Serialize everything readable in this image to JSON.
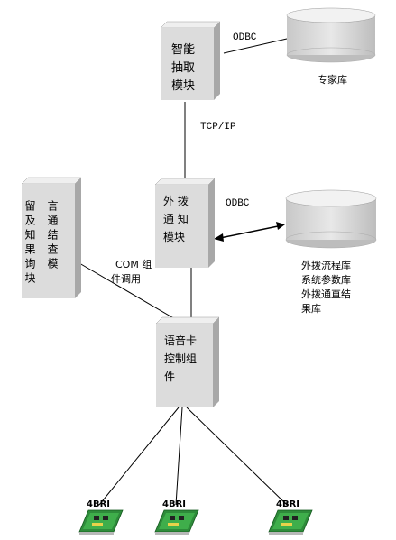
{
  "smart_module": {
    "lines": [
      "智能",
      "抽取",
      "模块"
    ]
  },
  "outbound_module": {
    "lines": [
      "外 拨",
      "通 知",
      "模块"
    ]
  },
  "voice_card": {
    "lines": [
      "语音卡",
      "控制组",
      "件"
    ]
  },
  "message_module": {
    "columns": [
      "留及知果询块",
      "言通结查模"
    ]
  },
  "odbc_top": "ODBC",
  "odbc_mid": "ODBC",
  "tcpip": "TCP/IP",
  "com_label": {
    "lines": [
      "COM 组",
      "件调用"
    ]
  },
  "expert_db": "专家库",
  "flow_db": {
    "lines": [
      "外拨流程库",
      "系统参数库",
      "外拨通直结",
      "果库"
    ]
  },
  "cards": [
    "4BRI",
    "4BRI",
    "4BRI"
  ],
  "colors": {
    "box_front": "#dcdcdc",
    "box_side": "#a8a8a8",
    "box_top": "#efefef",
    "cyl_body": "#d6d6d6",
    "cyl_top": "#f0f0f0",
    "card_green": "#2e8b3a"
  }
}
